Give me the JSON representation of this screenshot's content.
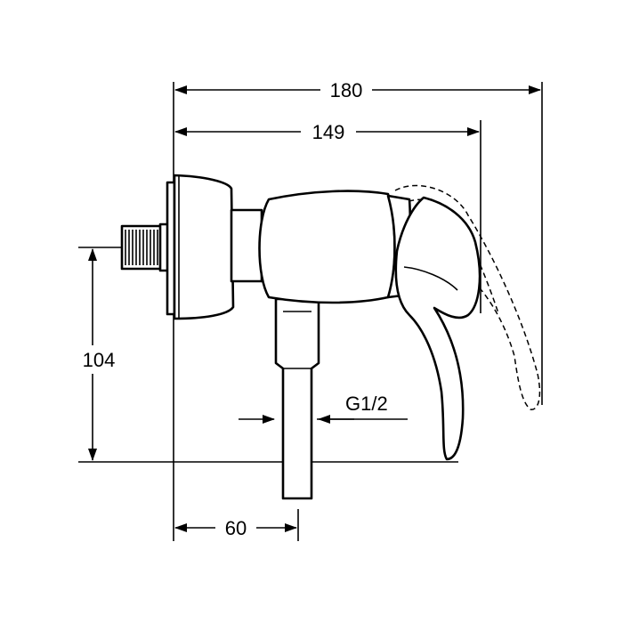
{
  "dimensions": {
    "overall_width": "180",
    "body_width": "149",
    "height": "104",
    "thread_size": "G1/2",
    "outlet_offset": "60"
  }
}
